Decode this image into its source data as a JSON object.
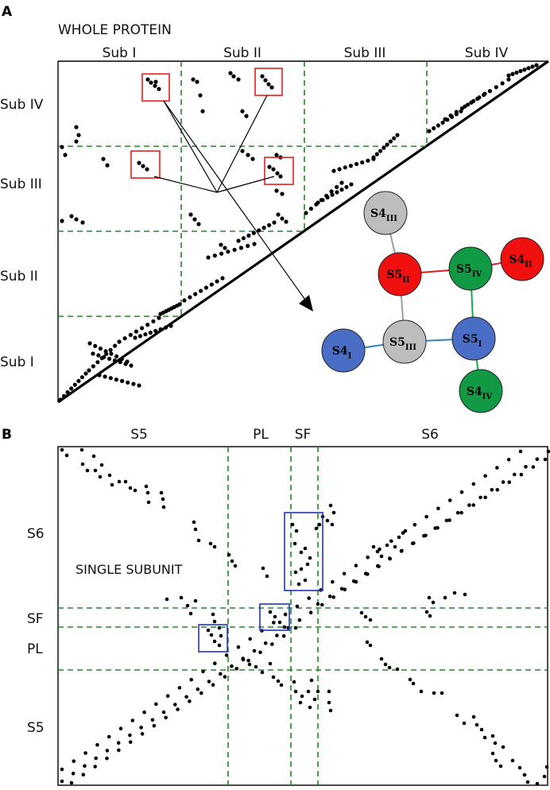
{
  "panel_a": {
    "letter": "A",
    "title": "WHOLE PROTEIN",
    "columns": [
      "Sub I",
      "Sub II",
      "Sub III",
      "Sub IV"
    ],
    "rows": [
      "Sub IV",
      "Sub III",
      "Sub II",
      "Sub I"
    ]
  },
  "network": {
    "nodes": [
      {
        "id": "s4_III",
        "base": "S4",
        "sub": "III",
        "color": "#bdbdbd"
      },
      {
        "id": "s5_II",
        "base": "S5",
        "sub": "II",
        "color": "#f01010"
      },
      {
        "id": "s5_IV",
        "base": "S5",
        "sub": "IV",
        "color": "#119944"
      },
      {
        "id": "s4_II",
        "base": "S4",
        "sub": "II",
        "color": "#f01010"
      },
      {
        "id": "s4_I",
        "base": "S4",
        "sub": "I",
        "color": "#4a6ec6"
      },
      {
        "id": "s5_III",
        "base": "S5",
        "sub": "III",
        "color": "#bdbdbd"
      },
      {
        "id": "s5_I",
        "base": "S5",
        "sub": "I",
        "color": "#4a6ec6"
      },
      {
        "id": "s4_IV",
        "base": "S4",
        "sub": "IV",
        "color": "#119944"
      }
    ],
    "edge_colors": {
      "gray": "#9e9e9e",
      "red": "#e31b1b",
      "green": "#1da84a",
      "blue": "#2b86c5"
    }
  },
  "panel_b": {
    "letter": "B",
    "title": "SINGLE SUBUNIT",
    "columns": [
      "S5",
      "PL",
      "SF",
      "S6"
    ],
    "rows": [
      "S6",
      "SF",
      "PL",
      "S5"
    ]
  },
  "colors": {
    "grid": "#1f8a1f",
    "box_red": "#e02020",
    "box_blue": "#2233bb"
  }
}
